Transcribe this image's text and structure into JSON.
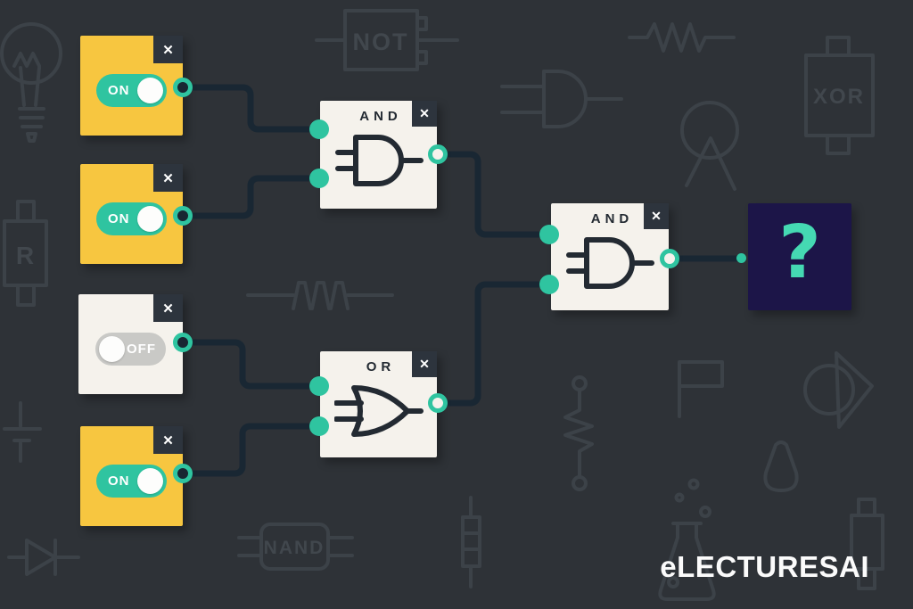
{
  "watermark": "eLECTURESAI",
  "close_label": "✕",
  "inputs": [
    {
      "id": "input-1",
      "state": "ON"
    },
    {
      "id": "input-2",
      "state": "ON"
    },
    {
      "id": "input-3",
      "state": "OFF"
    },
    {
      "id": "input-4",
      "state": "ON"
    }
  ],
  "gates": [
    {
      "id": "and-gate-1",
      "label": "AND",
      "type": "AND"
    },
    {
      "id": "or-gate-1",
      "label": "OR",
      "type": "OR"
    },
    {
      "id": "and-gate-2",
      "label": "AND",
      "type": "AND"
    }
  ],
  "output": {
    "label": "?"
  },
  "connections": [
    "input-1 -> and-gate-1.in-a",
    "input-2 -> and-gate-1.in-b",
    "input-3 -> or-gate-1.in-a",
    "input-4 -> or-gate-1.in-b",
    "and-gate-1.out -> and-gate-2.in-a",
    "or-gate-1.out -> and-gate-2.in-b",
    "and-gate-2.out -> output"
  ],
  "background_icons": {
    "labels": {
      "not": "NOT",
      "xor": "XOR",
      "r": "R",
      "nand": "NAND"
    },
    "names": [
      "light-bulb",
      "not-chip",
      "resistor-zigzag",
      "xor-chip",
      "and-gate",
      "antenna",
      "resistor-chip-r",
      "pulse-train",
      "battery",
      "diode",
      "nand-chip",
      "resistor-vertical",
      "coil-spring",
      "flag",
      "play-pointer",
      "drop",
      "capacitor-vertical",
      "flask",
      "bubbles"
    ]
  },
  "colors": {
    "canvas": "#2e3237",
    "accent": "#2fc4a0",
    "accent_bright": "#45d9b3",
    "card_yellow": "#f7c640",
    "card_white": "#f5f2ec",
    "wire": "#192733",
    "tab": "#2d343d",
    "gate_ink": "#232a32",
    "output_card": "#1c1548",
    "toggle_off": "#c9c9c6"
  }
}
